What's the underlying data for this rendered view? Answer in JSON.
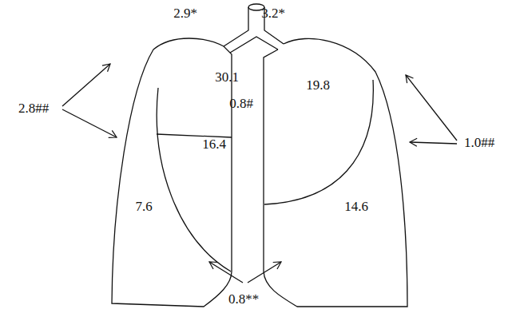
{
  "diagram": {
    "labels": [
      "2.9*",
      "3.2*",
      "30.1",
      "19.8",
      "0.8#",
      "2.8##",
      "1.0##",
      "16.4",
      "7.6",
      "14.6",
      "0.8**"
    ]
  }
}
